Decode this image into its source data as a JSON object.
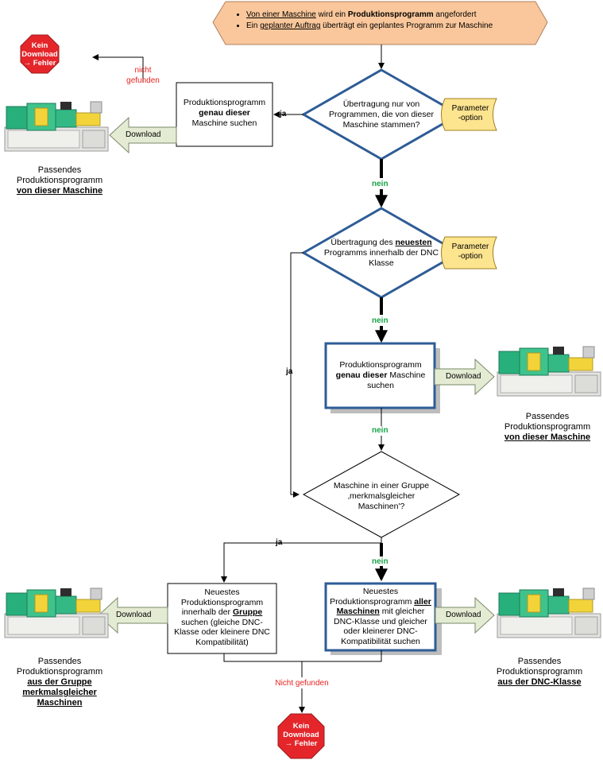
{
  "start": {
    "line1_prefix": "Von einer Maschine",
    "line1_mid": " wird ein ",
    "line1_bold": "Produktionsprogramm",
    "line1_suffix": " angefordert",
    "line2_prefix": "Ein ",
    "line2_link": "geplanter Auftrag",
    "line2_suffix": " überträgt ein geplantes Programm zur Maschine"
  },
  "error_top": {
    "l1": "Kein",
    "l2": "Download",
    "l3": "→ Fehler"
  },
  "error_bottom": {
    "l1": "Kein",
    "l2": "Download",
    "l3": "→ Fehler"
  },
  "labels": {
    "nicht_gefunden_1": "nicht",
    "nicht_gefunden_2": "gefunden",
    "ja1": "ja",
    "nein1": "nein",
    "nein2": "nein",
    "ja2": "ja",
    "nein3": "nein",
    "ja3": "ja",
    "nein4": "nein",
    "nicht_gefunden_bottom": "Nicht gefunden"
  },
  "decision1": {
    "l1": "Übertragung nur von",
    "l2": "Programmen, die von dieser",
    "l3": "Maschine stammen?"
  },
  "decision2": {
    "l1": "Übertragung des ",
    "l1_bold": "neuesten",
    "l2": "Programms innerhalb der DNC",
    "l3": "Klasse"
  },
  "decision3": {
    "l1": "Maschine in einer Gruppe",
    "l2": "‚merkmalsgleicher",
    "l3": "Maschinen'?"
  },
  "param1": {
    "l1": "Parameter",
    "l2": "-option"
  },
  "param2": {
    "l1": "Parameter",
    "l2": "-option"
  },
  "box1": {
    "l1": "Produktionsprogramm",
    "l2_bold": "genau dieser",
    "l3": "Maschine suchen"
  },
  "box2": {
    "l1": "Produktionsprogramm",
    "l2_bold": "genau dieser",
    "l2_rest": " Maschine",
    "l3": "suchen"
  },
  "box3": {
    "l1": "Neuestes",
    "l2": "Produktionsprogramm",
    "l3_pre": "innerhalb der ",
    "l3_bold": "Gruppe",
    "l4": "suchen (gleiche DNC-",
    "l5": "Klasse oder kleinere DNC",
    "l6": "Kompatibilität)"
  },
  "box4": {
    "l1": "Neuestes",
    "l2_pre": "Produktionsprogramm ",
    "l2_bold": "aller",
    "l3_bold": "Maschinen",
    "l3_rest": " mit gleicher",
    "l4": "DNC-Klasse und gleicher",
    "l5": "oder kleinerer DNC-",
    "l6": "Kompatibilität suchen"
  },
  "download": {
    "d1": "Download",
    "d2": "Download",
    "d3": "Download",
    "d4": "Download"
  },
  "captions": {
    "c1_l1": "Passendes",
    "c1_l2": "Produktionsprogramm",
    "c1_l3": "von dieser Maschine",
    "c2_l1": "Passendes",
    "c2_l2": "Produktionsprogramm",
    "c2_l3": "von dieser Maschine",
    "c3_l1": "Passendes",
    "c3_l2": "Produktionsprogramm",
    "c3_l3": "aus der Gruppe",
    "c3_l4": "merkmalsgleicher",
    "c3_l5": "Maschinen",
    "c4_l1": "Passendes",
    "c4_l2": "Produktionsprogramm",
    "c4_l3": "aus der DNC-Klasse"
  },
  "colors": {
    "start_fill": "#f9c79b",
    "start_stroke": "#b08060",
    "decision_stroke": "#2e5c96",
    "param_fill": "#fde48f",
    "error_fill": "#e4262b",
    "download_fill": "#e3ebd3",
    "label_green": "#18a548",
    "label_red": "#e8221f"
  }
}
